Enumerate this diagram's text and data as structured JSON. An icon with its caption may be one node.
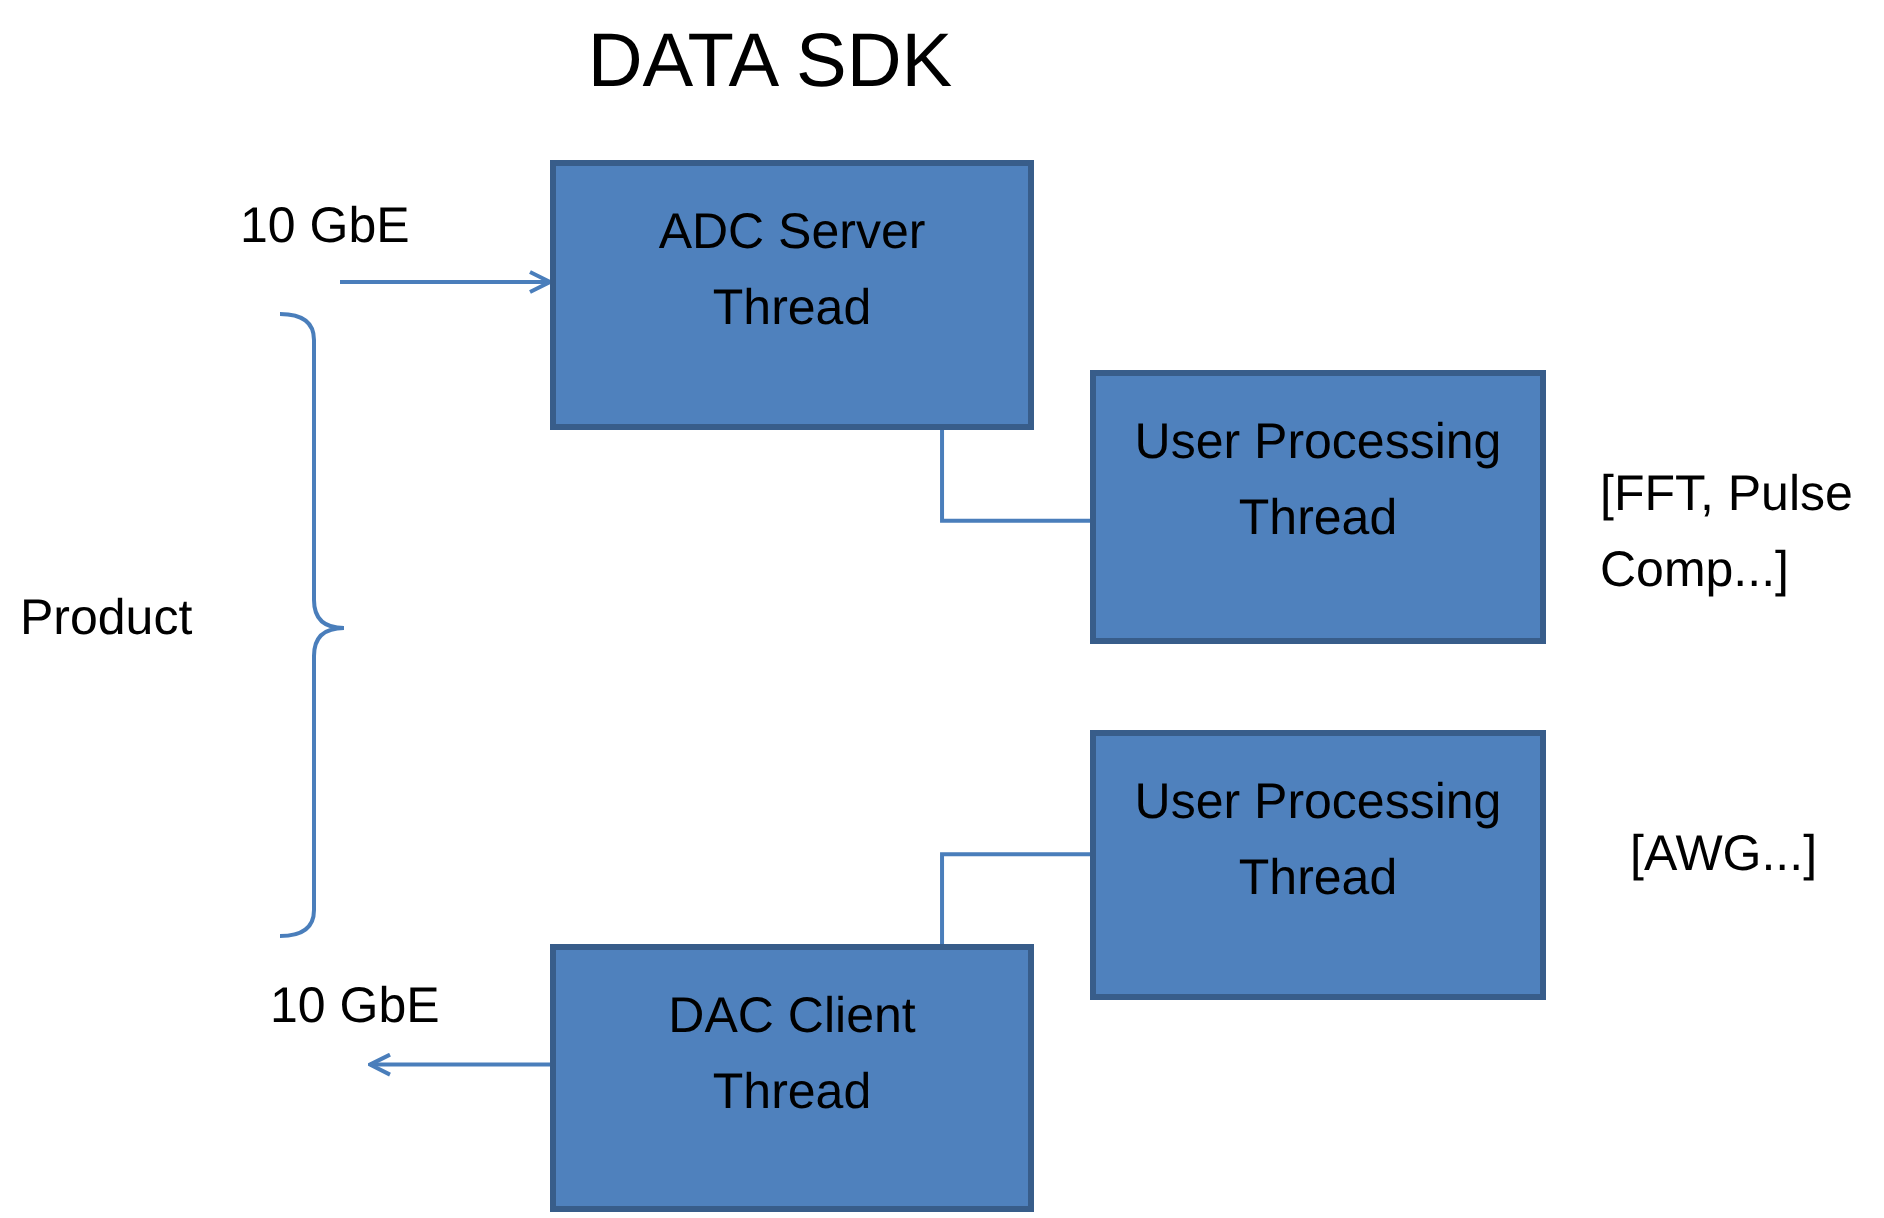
{
  "diagram": {
    "title": "DATA SDK",
    "nodes": [
      {
        "text": [
          "ADC Server Thread"
        ]
      },
      {
        "text": [
          "User Processing Thread"
        ],
        "beside": [
          "[FFT, Pulse Comp...]"
        ]
      },
      {
        "text": [
          "User Processing Thread"
        ],
        "beside": [
          "[AWG...]"
        ]
      },
      {
        "text": [
          "DAC Client Thread"
        ]
      }
    ],
    "edges": [
      {
        "from": null,
        "to": 0,
        "arrow": "to"
      },
      {
        "from": 0,
        "to": 1,
        "arrow": "none"
      },
      {
        "from": 2,
        "to": 3,
        "arrow": "none"
      },
      {
        "from": 3,
        "to": null,
        "arrow": "to"
      }
    ],
    "labels": [
      "10 GbE",
      "Product",
      "10 GbE"
    ]
  }
}
